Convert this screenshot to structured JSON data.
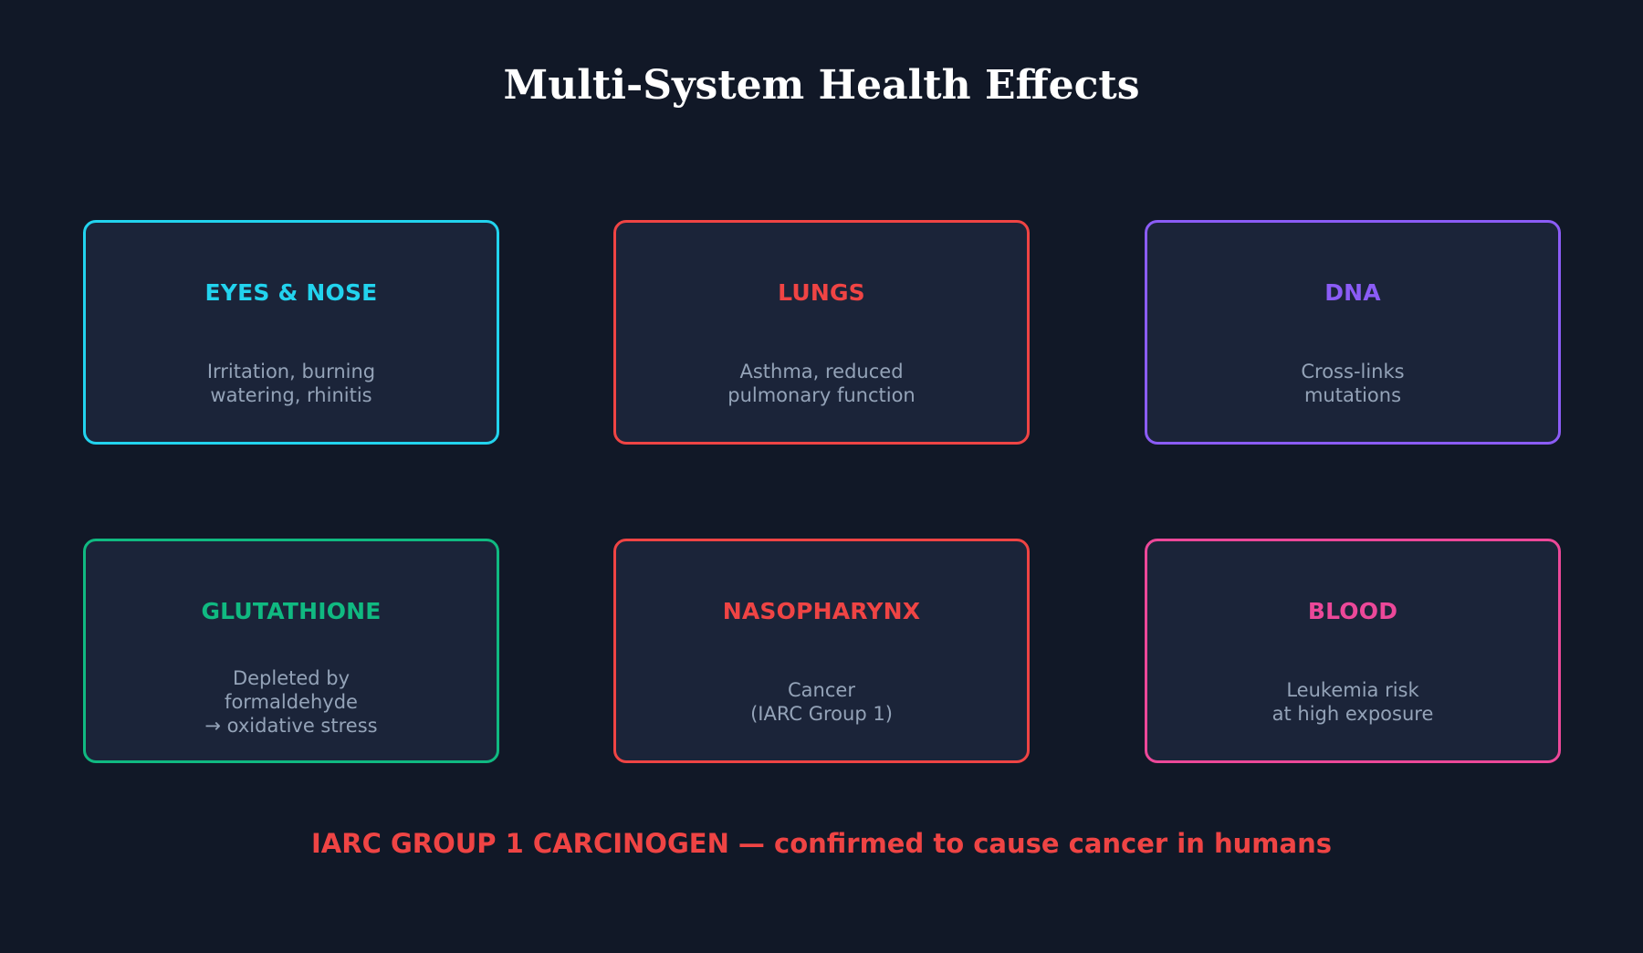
{
  "title": "Multi-System Health Effects",
  "colors": {
    "background": "#111827",
    "card_fill": "#1b2439",
    "description_text": "#94a3b8",
    "title_text": "#ffffff"
  },
  "cards": [
    {
      "heading": "EYES & NOSE",
      "color": "#22d3ee",
      "description": [
        "Irritation, burning",
        "watering, rhinitis"
      ]
    },
    {
      "heading": "LUNGS",
      "color": "#ef4444",
      "description": [
        "Asthma, reduced",
        "pulmonary function"
      ]
    },
    {
      "heading": "DNA",
      "color": "#8b5cf6",
      "description": [
        "Cross-links",
        "mutations"
      ]
    },
    {
      "heading": "GLUTATHIONE",
      "color": "#10b981",
      "description": [
        "Depleted by",
        "formaldehyde",
        "→ oxidative stress"
      ]
    },
    {
      "heading": "NASOPHARYNX",
      "color": "#ef4444",
      "description": [
        "Cancer",
        "(IARC Group 1)"
      ]
    },
    {
      "heading": "BLOOD",
      "color": "#ec4899",
      "description": [
        "Leukemia risk",
        "at high exposure"
      ]
    }
  ],
  "footer": {
    "text": "IARC GROUP 1 CARCINOGEN — confirmed to cause cancer in humans",
    "color": "#ef4444"
  }
}
